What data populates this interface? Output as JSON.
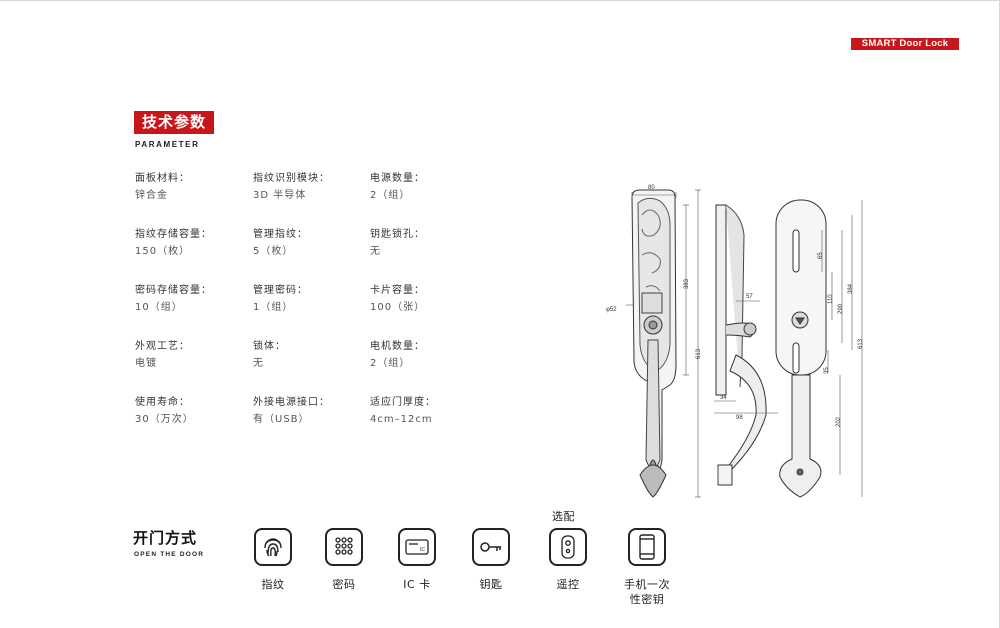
{
  "badge": "SMART Door Lock",
  "parameters": {
    "title": "技术参数",
    "subtitle": "PARAMETER",
    "items": [
      {
        "label": "面板材料：",
        "value": "锌合金"
      },
      {
        "label": "指纹识别模块：",
        "value": "3D 半导体"
      },
      {
        "label": "电源数量：",
        "value": "2（组）"
      },
      {
        "label": "指纹存储容量：",
        "value": "150（枚）"
      },
      {
        "label": "管理指纹：",
        "value": "5（枚）"
      },
      {
        "label": "钥匙锁孔：",
        "value": "无"
      },
      {
        "label": "密码存储容量：",
        "value": "10（组）"
      },
      {
        "label": "管理密码：",
        "value": "1（组）"
      },
      {
        "label": "卡片容量：",
        "value": "100（张）"
      },
      {
        "label": "外观工艺：",
        "value": "电镀"
      },
      {
        "label": "锁体：",
        "value": "无"
      },
      {
        "label": "电机数量：",
        "value": "2（组）"
      },
      {
        "label": "使用寿命：",
        "value": "30（万次）"
      },
      {
        "label": "外接电源接口：",
        "value": "有（USB）"
      },
      {
        "label": "适应门厚度：",
        "value": "4cm–12cm"
      }
    ]
  },
  "dimensions": {
    "width_top": "80",
    "diameter": "φ52",
    "height_upper": "383",
    "height_total_front": "613",
    "handle_depth": "57",
    "side_34": "34",
    "side_98": "98",
    "back_65": "65",
    "back_110": "110",
    "back_290": "290",
    "back_384": "384",
    "back_613": "613",
    "back_35": "35",
    "back_202": "202"
  },
  "open_methods": {
    "title": "开门方式",
    "subtitle": "OPEN THE DOOR",
    "optional_label": "选配",
    "items": [
      {
        "icon": "fingerprint-icon",
        "label": "指纹"
      },
      {
        "icon": "keypad-icon",
        "label": "密码"
      },
      {
        "icon": "ic-card-icon",
        "label": "IC 卡"
      },
      {
        "icon": "key-icon",
        "label": "钥匙"
      },
      {
        "icon": "remote-icon",
        "label": "遥控"
      },
      {
        "icon": "phone-icon",
        "label": "手机一次\n性密钥"
      }
    ],
    "ic_card_text": "IC"
  },
  "colors": {
    "accent": "#c8161d",
    "text": "#333333"
  }
}
